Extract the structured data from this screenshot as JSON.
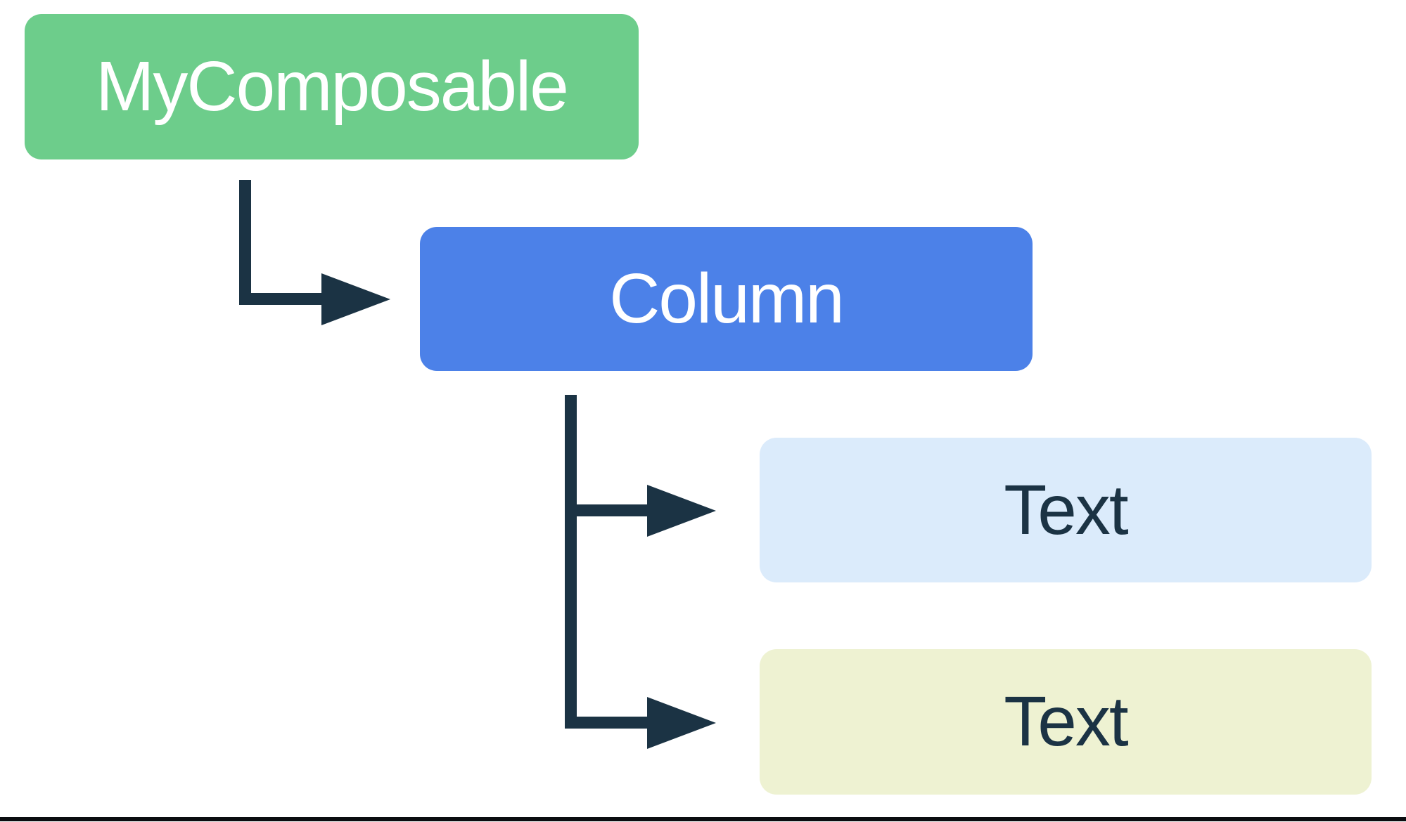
{
  "diagram": {
    "kind": "ui-hierarchy-tree",
    "background": "#FFFFFF",
    "arrow_color": "#1B3344",
    "bottom_border_color": "#0A0D10",
    "nodes": [
      {
        "id": "my-composable",
        "label": "MyComposable",
        "fill": "#6DCD8B",
        "text_color": "#FFFFFF"
      },
      {
        "id": "column",
        "label": "Column",
        "fill": "#4C81E8",
        "text_color": "#FFFFFF"
      },
      {
        "id": "text-1",
        "label": "Text",
        "fill": "#DBEBFB",
        "text_color": "#1B3344"
      },
      {
        "id": "text-2",
        "label": "Text",
        "fill": "#EEF2D2",
        "text_color": "#1B3344"
      }
    ],
    "edges": [
      {
        "from": "my-composable",
        "to": "column"
      },
      {
        "from": "column",
        "to": "text-1"
      },
      {
        "from": "column",
        "to": "text-2"
      }
    ]
  }
}
